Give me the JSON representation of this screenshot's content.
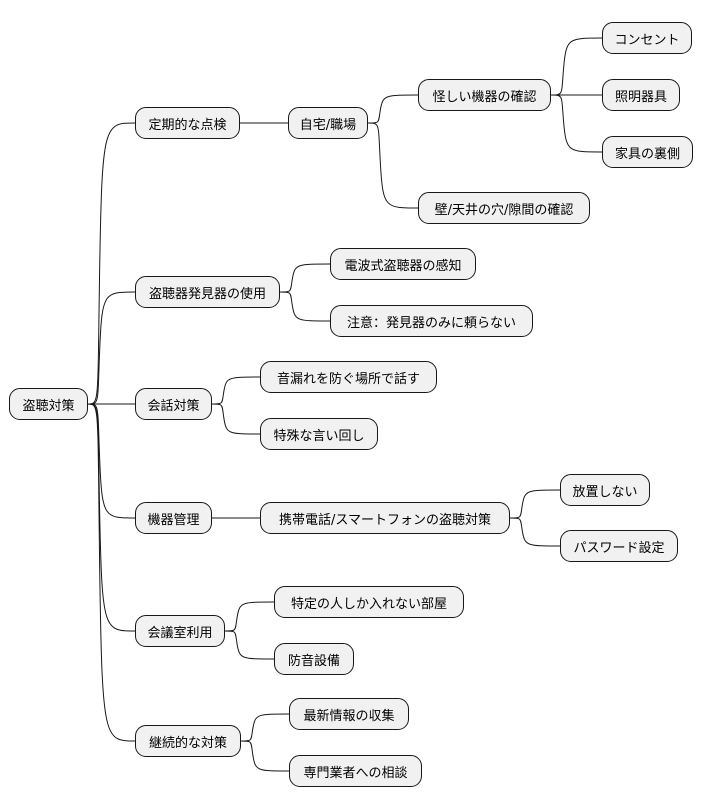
{
  "root": {
    "label": "盗聴対策"
  },
  "branches": [
    {
      "label": "定期的な点検",
      "children": [
        {
          "label": "自宅/職場",
          "children": [
            {
              "label": "怪しい機器の確認",
              "children": [
                {
                  "label": "コンセント"
                },
                {
                  "label": "照明器具"
                },
                {
                  "label": "家具の裏側"
                }
              ]
            },
            {
              "label": "壁/天井の穴/隙間の確認"
            }
          ]
        }
      ]
    },
    {
      "label": "盗聴器発見器の使用",
      "children": [
        {
          "label": "電波式盗聴器の感知"
        },
        {
          "label": "注意：発見器のみに頼らない"
        }
      ]
    },
    {
      "label": "会話対策",
      "children": [
        {
          "label": "音漏れを防ぐ場所で話す"
        },
        {
          "label": "特殊な言い回し"
        }
      ]
    },
    {
      "label": "機器管理",
      "children": [
        {
          "label": "携帯電話/スマートフォンの盗聴対策",
          "children": [
            {
              "label": "放置しない"
            },
            {
              "label": "パスワード設定"
            }
          ]
        }
      ]
    },
    {
      "label": "会議室利用",
      "children": [
        {
          "label": "特定の人しか入れない部屋"
        },
        {
          "label": "防音設備"
        }
      ]
    },
    {
      "label": "継続的な対策",
      "children": [
        {
          "label": "最新情報の収集"
        },
        {
          "label": "専門業者への相談"
        }
      ]
    }
  ]
}
